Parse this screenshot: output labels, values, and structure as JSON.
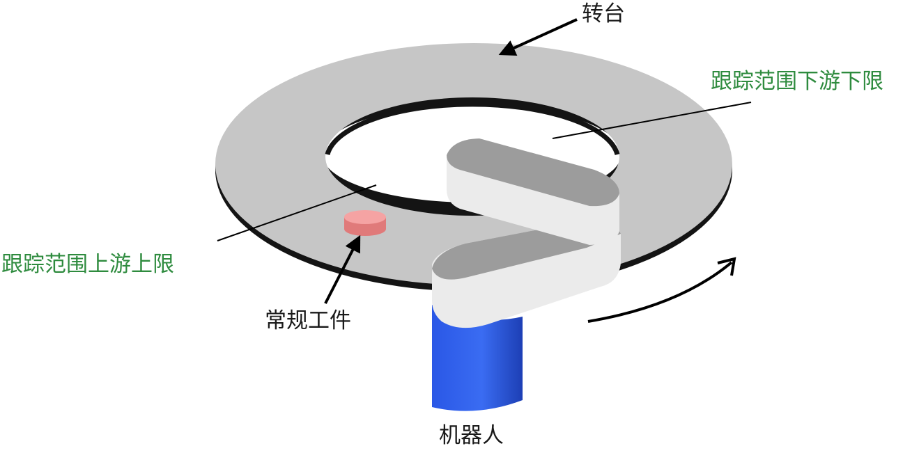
{
  "labels": {
    "turntable": "转台",
    "downstream_limit": "跟踪范围下游下限",
    "upstream_limit": "跟踪范围上游上限",
    "workpiece": "常规工件",
    "robot": "机器人"
  },
  "colors": {
    "turntable_top": "#c6c6c6",
    "turntable_edge": "#141414",
    "robot_base": "#2a57e6",
    "arm_side": "#ebebeb",
    "arm_top": "#9c9c9c",
    "workpiece": "#f28c8c",
    "limit_label": "#2e8b3e",
    "text": "#1a1a1a"
  }
}
